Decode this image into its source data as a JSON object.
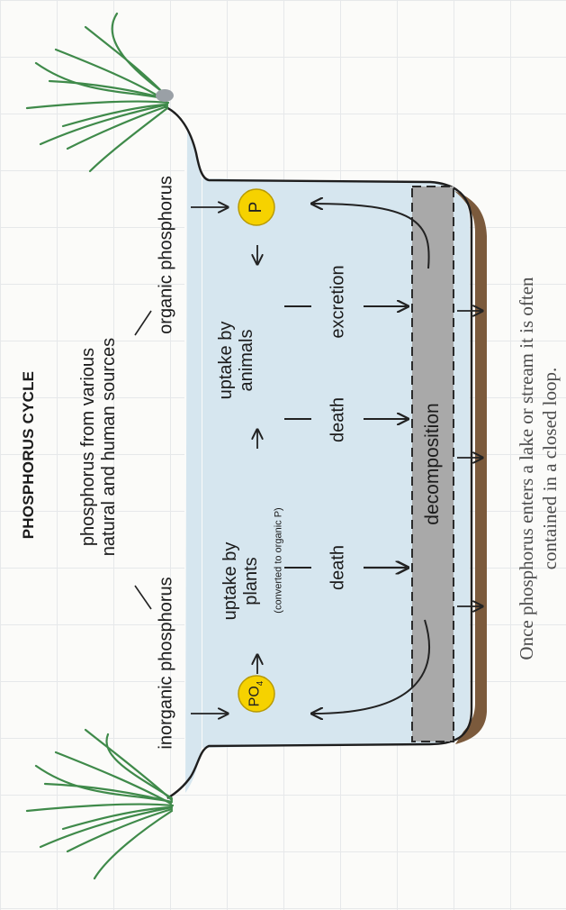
{
  "title": "PHOSPHORUS CYCLE",
  "labels": {
    "inorganic": "inorganic phosphorus",
    "sources_line1": "phosphorus from various",
    "sources_line2": "natural and human sources",
    "organic": "organic phosphorus",
    "uptake_plants_1": "uptake by",
    "uptake_plants_2": "plants",
    "converted": "(converted to organic P)",
    "uptake_animals_1": "uptake by",
    "uptake_animals_2": "animals",
    "death_1": "death",
    "death_2": "death",
    "excretion": "excretion",
    "decomposition": "decomposition"
  },
  "badges": {
    "inorganic_symbol": "PO",
    "inorganic_subscript": "4",
    "organic_symbol": "P"
  },
  "caption": {
    "line1": "Once phosphorus enters a lake or stream it is often",
    "line2": "contained in a closed loop."
  },
  "colors": {
    "water": "#d6e6ef",
    "badge": "#f6d200",
    "decomposition_band": "#a9a9a9",
    "sediment": "#7b5a3c",
    "grass": "#3f8a4a"
  }
}
